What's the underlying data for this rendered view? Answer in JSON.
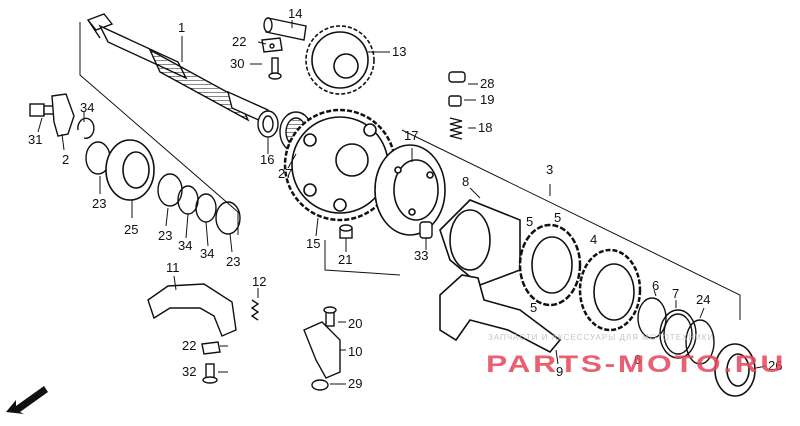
{
  "diagram": {
    "callouts": [
      {
        "id": "c1",
        "text": "1"
      },
      {
        "id": "c14",
        "text": "14"
      },
      {
        "id": "c22a",
        "text": "22"
      },
      {
        "id": "c13",
        "text": "13"
      },
      {
        "id": "c30",
        "text": "30"
      },
      {
        "id": "c28",
        "text": "28"
      },
      {
        "id": "c19",
        "text": "19"
      },
      {
        "id": "c34a",
        "text": "34"
      },
      {
        "id": "c18",
        "text": "18"
      },
      {
        "id": "c31",
        "text": "31"
      },
      {
        "id": "c2",
        "text": "2"
      },
      {
        "id": "c16",
        "text": "16"
      },
      {
        "id": "c17",
        "text": "17"
      },
      {
        "id": "c27",
        "text": "27"
      },
      {
        "id": "c3",
        "text": "3"
      },
      {
        "id": "c8",
        "text": "8"
      },
      {
        "id": "c23a",
        "text": "23"
      },
      {
        "id": "c25",
        "text": "25"
      },
      {
        "id": "c23b",
        "text": "23"
      },
      {
        "id": "c34b",
        "text": "34"
      },
      {
        "id": "c34c",
        "text": "34"
      },
      {
        "id": "c23c",
        "text": "23"
      },
      {
        "id": "c15",
        "text": "15"
      },
      {
        "id": "c5a",
        "text": "5"
      },
      {
        "id": "c5b",
        "text": "5"
      },
      {
        "id": "c4",
        "text": "4"
      },
      {
        "id": "c21",
        "text": "21"
      },
      {
        "id": "c33",
        "text": "33"
      },
      {
        "id": "c11",
        "text": "11"
      },
      {
        "id": "c12",
        "text": "12"
      },
      {
        "id": "c6a",
        "text": "6"
      },
      {
        "id": "c7",
        "text": "7"
      },
      {
        "id": "c24",
        "text": "24"
      },
      {
        "id": "c5c",
        "text": "5"
      },
      {
        "id": "c20",
        "text": "20"
      },
      {
        "id": "c22b",
        "text": "22"
      },
      {
        "id": "c10",
        "text": "10"
      },
      {
        "id": "c6b",
        "text": "6"
      },
      {
        "id": "c9",
        "text": "9"
      },
      {
        "id": "c32",
        "text": "32"
      },
      {
        "id": "c29",
        "text": "29"
      },
      {
        "id": "c26",
        "text": "26"
      }
    ],
    "fwd_label": "FWD"
  },
  "watermark": {
    "tagline": "ЗАПЧАСТИ И АКСЕССУАРЫ ДЛЯ МОТОТЕХНИКИ",
    "logo": "PARTS-MOTO.RU"
  }
}
